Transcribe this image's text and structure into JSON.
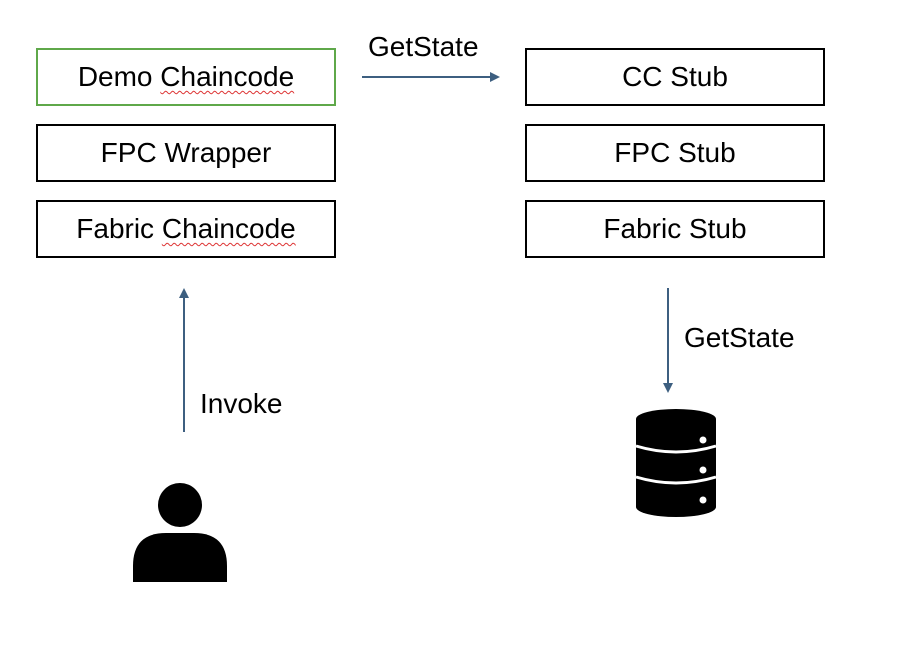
{
  "left_stack": {
    "box1_word1": "Demo",
    "box1_word2": "Chaincode",
    "box2": "FPC Wrapper",
    "box3_word1": "Fabric",
    "box3_word2": "Chaincode"
  },
  "right_stack": {
    "box1": "CC Stub",
    "box2": "FPC Stub",
    "box3": "Fabric Stub"
  },
  "edges": {
    "top_arrow_label": "GetState",
    "right_arrow_label": "GetState",
    "left_arrow_label": "Invoke"
  },
  "icons": {
    "user": "person-icon",
    "database": "database-icon"
  },
  "colors": {
    "arrow": "#3d5f80",
    "highlight_border": "#5fa84a"
  }
}
